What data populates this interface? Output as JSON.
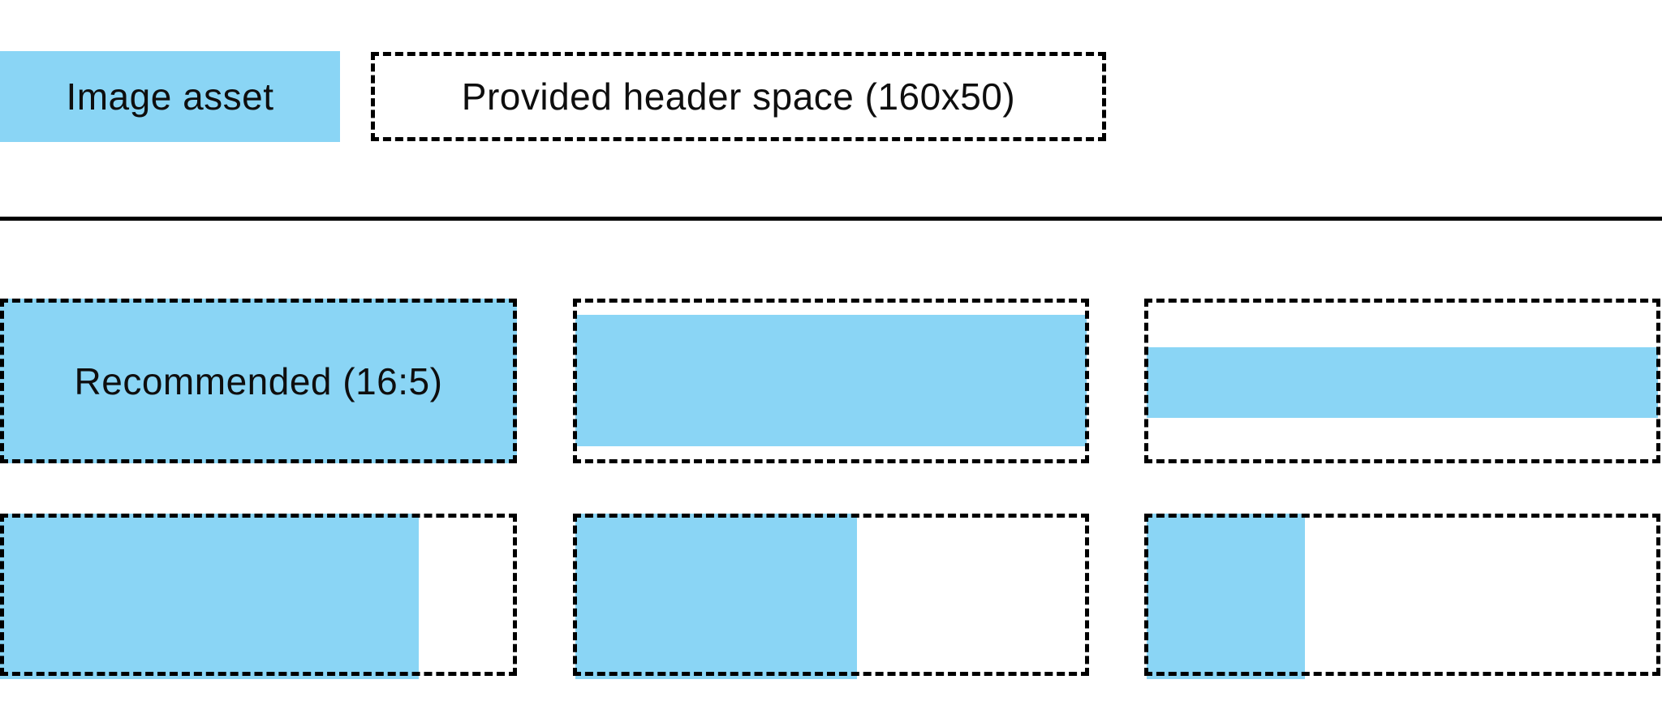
{
  "legend": {
    "image_asset": {
      "label": "Image asset"
    },
    "header_space": {
      "label": "Provided header space (160x50)"
    }
  },
  "colors": {
    "asset_fill": "#8AD5F5",
    "outline": "#000000",
    "text": "#0E0E0E",
    "background": "#FFFFFF"
  },
  "examples": {
    "row1": [
      {
        "label": "Recommended (16:5)",
        "fill": {
          "left_pct": 0,
          "top_pct": 0,
          "width_pct": 100,
          "height_pct": 100
        }
      },
      {
        "fill": {
          "left_pct": 0.5,
          "top_pct": 9.8,
          "width_pct": 99,
          "height_pct": 79.8
        }
      },
      {
        "fill": {
          "left_pct": 0.5,
          "top_pct": 29.6,
          "width_pct": 99,
          "height_pct": 42.9
        }
      }
    ],
    "row2": [
      {
        "fill": {
          "left_pct": 0,
          "top_pct": 0,
          "width_pct": 81,
          "height_pct": 102
        }
      },
      {
        "fill": {
          "left_pct": 0.5,
          "top_pct": 0,
          "width_pct": 54.6,
          "height_pct": 102
        }
      },
      {
        "fill": {
          "left_pct": 0.5,
          "top_pct": 0,
          "width_pct": 30.7,
          "height_pct": 102
        }
      }
    ]
  }
}
